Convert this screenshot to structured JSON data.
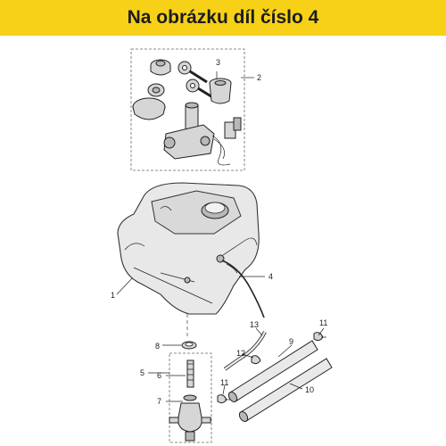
{
  "banner": {
    "title": "Na obrázku díl číslo 4",
    "background": "#f7d117"
  },
  "diagram": {
    "callouts": {
      "c1": "1",
      "c2": "2",
      "c3": "3",
      "c4": "4",
      "c5": "5",
      "c6": "6",
      "c7": "7",
      "c8": "8",
      "c9": "9",
      "c10": "10",
      "c11a": "11",
      "c11b": "11",
      "c12": "12",
      "c13": "13"
    }
  }
}
